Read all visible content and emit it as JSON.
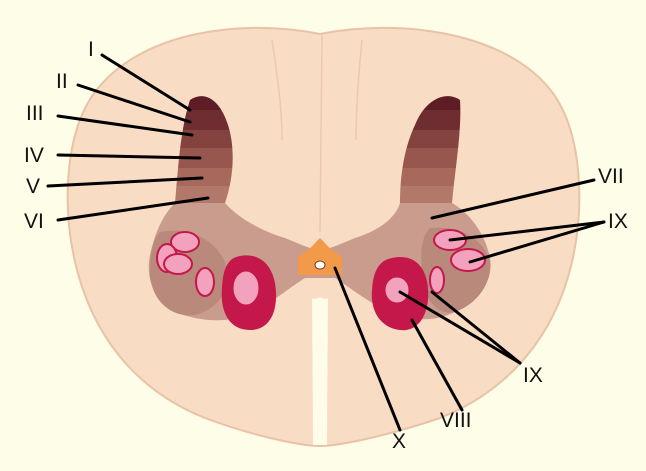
{
  "colors": {
    "background": "#fdfde8",
    "white_matter": "#f9dcc4",
    "white_matter_outline": "#e8c3a6",
    "fissure_lines": "#ecc9ad",
    "lamina_I": "#5e1c24",
    "lamina_II": "#6f2c31",
    "lamina_III": "#84433f",
    "lamina_IV": "#97574f",
    "lamina_V": "#a8695d",
    "lamina_VI": "#b27869",
    "lamina_VII": "#c99c8e",
    "lamina_VII_edge": "#b9897c",
    "lamina_VIII": "#c4174a",
    "lamina_IX": "#f2a2bd",
    "lamina_IX_outline": "#c4174a",
    "lamina_X": "#f39a4a"
  },
  "labels": {
    "lamina_I": "I",
    "lamina_II": "II",
    "lamina_III": "III",
    "lamina_IV": "IV",
    "lamina_V": "V",
    "lamina_VI": "VI",
    "lamina_VII": "VII",
    "lamina_IX_upper": "IX",
    "lamina_IX_lower": "IX",
    "lamina_VIII": "VIII",
    "lamina_X": "X"
  }
}
